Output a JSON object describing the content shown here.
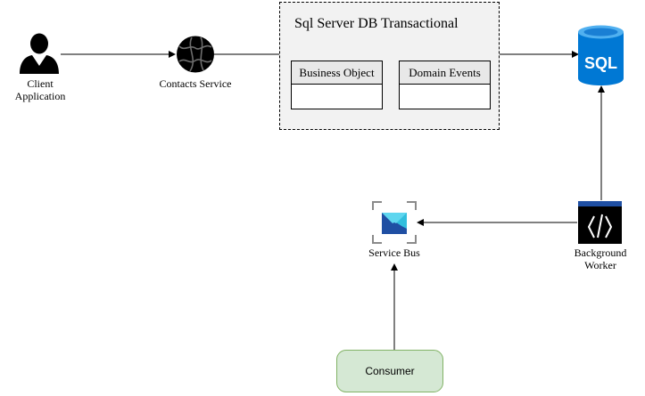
{
  "nodes": {
    "client": {
      "label_line1": "Client",
      "label_line2": "Application",
      "icon": "user-icon"
    },
    "contacts_service": {
      "label": "Contacts Service",
      "icon": "globe-icon"
    },
    "db_container": {
      "title": "Sql Server DB Transactional"
    },
    "business_object": {
      "label": "Business Object"
    },
    "domain_events": {
      "label": "Domain Events"
    },
    "sql": {
      "label": "SQL",
      "icon": "sql-database-icon",
      "color": "#0078D4"
    },
    "service_bus": {
      "label": "Service Bus",
      "icon": "service-bus-icon"
    },
    "background_worker": {
      "label_line1": "Background",
      "label_line2": "Worker",
      "icon": "code-icon"
    },
    "consumer": {
      "label": "Consumer",
      "fill": "#d5e8d4",
      "stroke": "#82b366"
    }
  }
}
